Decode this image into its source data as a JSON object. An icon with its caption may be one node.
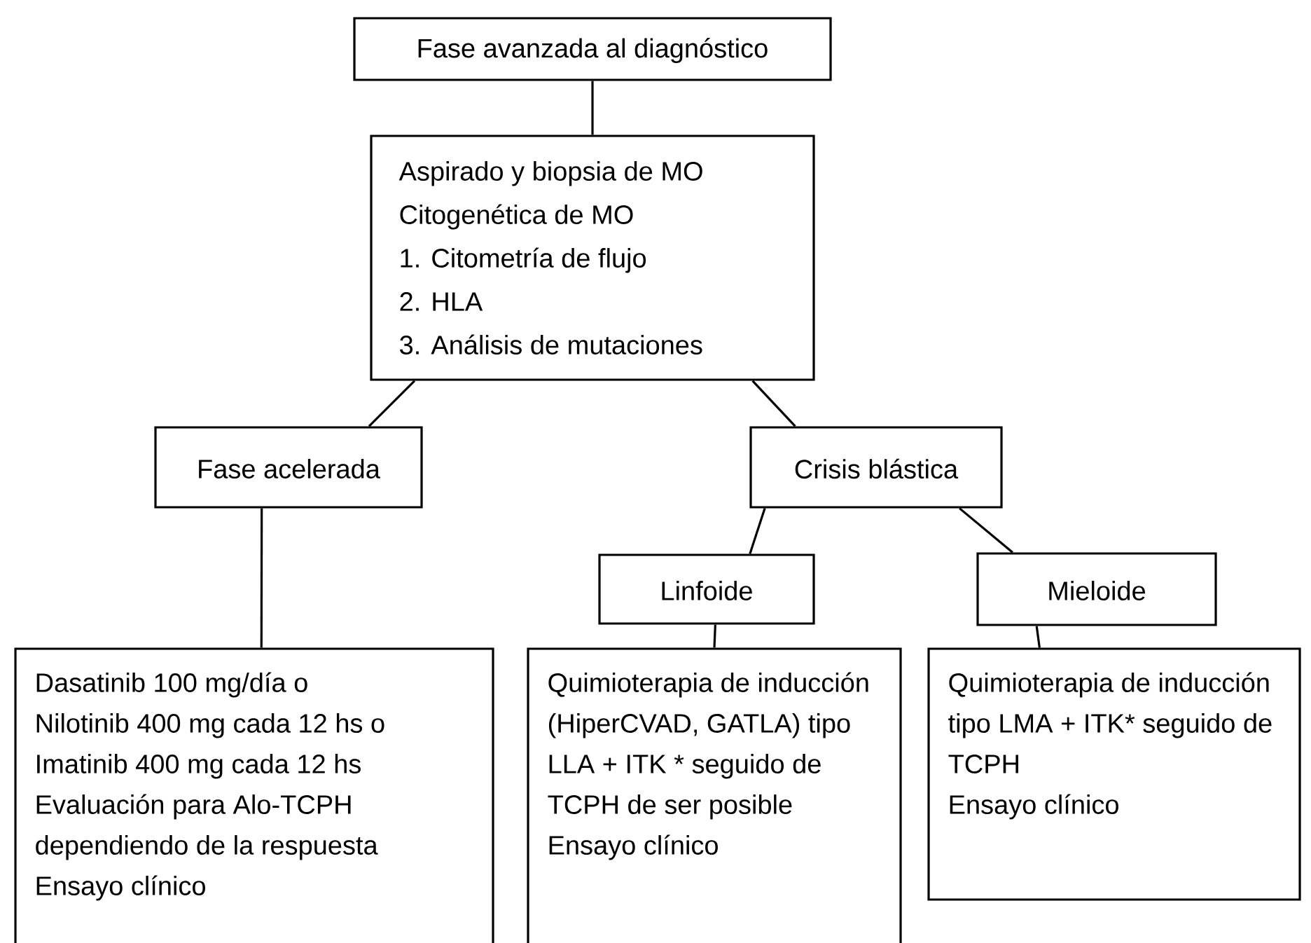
{
  "diagram": {
    "nodes": [
      {
        "text": [
          "Fase avanzada al diagnóstico"
        ]
      },
      {
        "text": [
          "Aspirado y biopsia de MO",
          "Citogenética de MO",
          "1. Citometría de flujo",
          "2. HLA",
          "3. Análisis de mutaciones"
        ]
      },
      {
        "text": [
          "Fase acelerada"
        ]
      },
      {
        "text": [
          "Crisis blástica"
        ]
      },
      {
        "text": [
          "Linfoide"
        ]
      },
      {
        "text": [
          "Mieloide"
        ]
      },
      {
        "text": [
          "Dasatinib 100 mg/día o",
          "Nilotinib 400 mg cada 12 hs o",
          "Imatinib 400 mg cada 12 hs",
          "Evaluación para Alo-TCPH dependiendo de la respuesta",
          "Ensayo clínico"
        ]
      },
      {
        "text": [
          "Quimioterapia de inducción (HiperCVAD, GATLA) tipo LLA + ITK * seguido de TCPH de ser posible",
          "Ensayo clínico"
        ]
      },
      {
        "text": [
          "Quimioterapia de inducción tipo LMA + ITK* seguido de TCPH",
          "Ensayo clínico"
        ]
      }
    ],
    "edges": [
      {
        "from": 0,
        "to": 1,
        "arrow": "none"
      },
      {
        "from": 1,
        "to": 2,
        "arrow": "none"
      },
      {
        "from": 1,
        "to": 3,
        "arrow": "none"
      },
      {
        "from": 3,
        "to": 4,
        "arrow": "none"
      },
      {
        "from": 3,
        "to": 5,
        "arrow": "none"
      },
      {
        "from": 2,
        "to": 6,
        "arrow": "none"
      },
      {
        "from": 4,
        "to": 7,
        "arrow": "none"
      },
      {
        "from": 5,
        "to": 8,
        "arrow": "none"
      }
    ]
  }
}
